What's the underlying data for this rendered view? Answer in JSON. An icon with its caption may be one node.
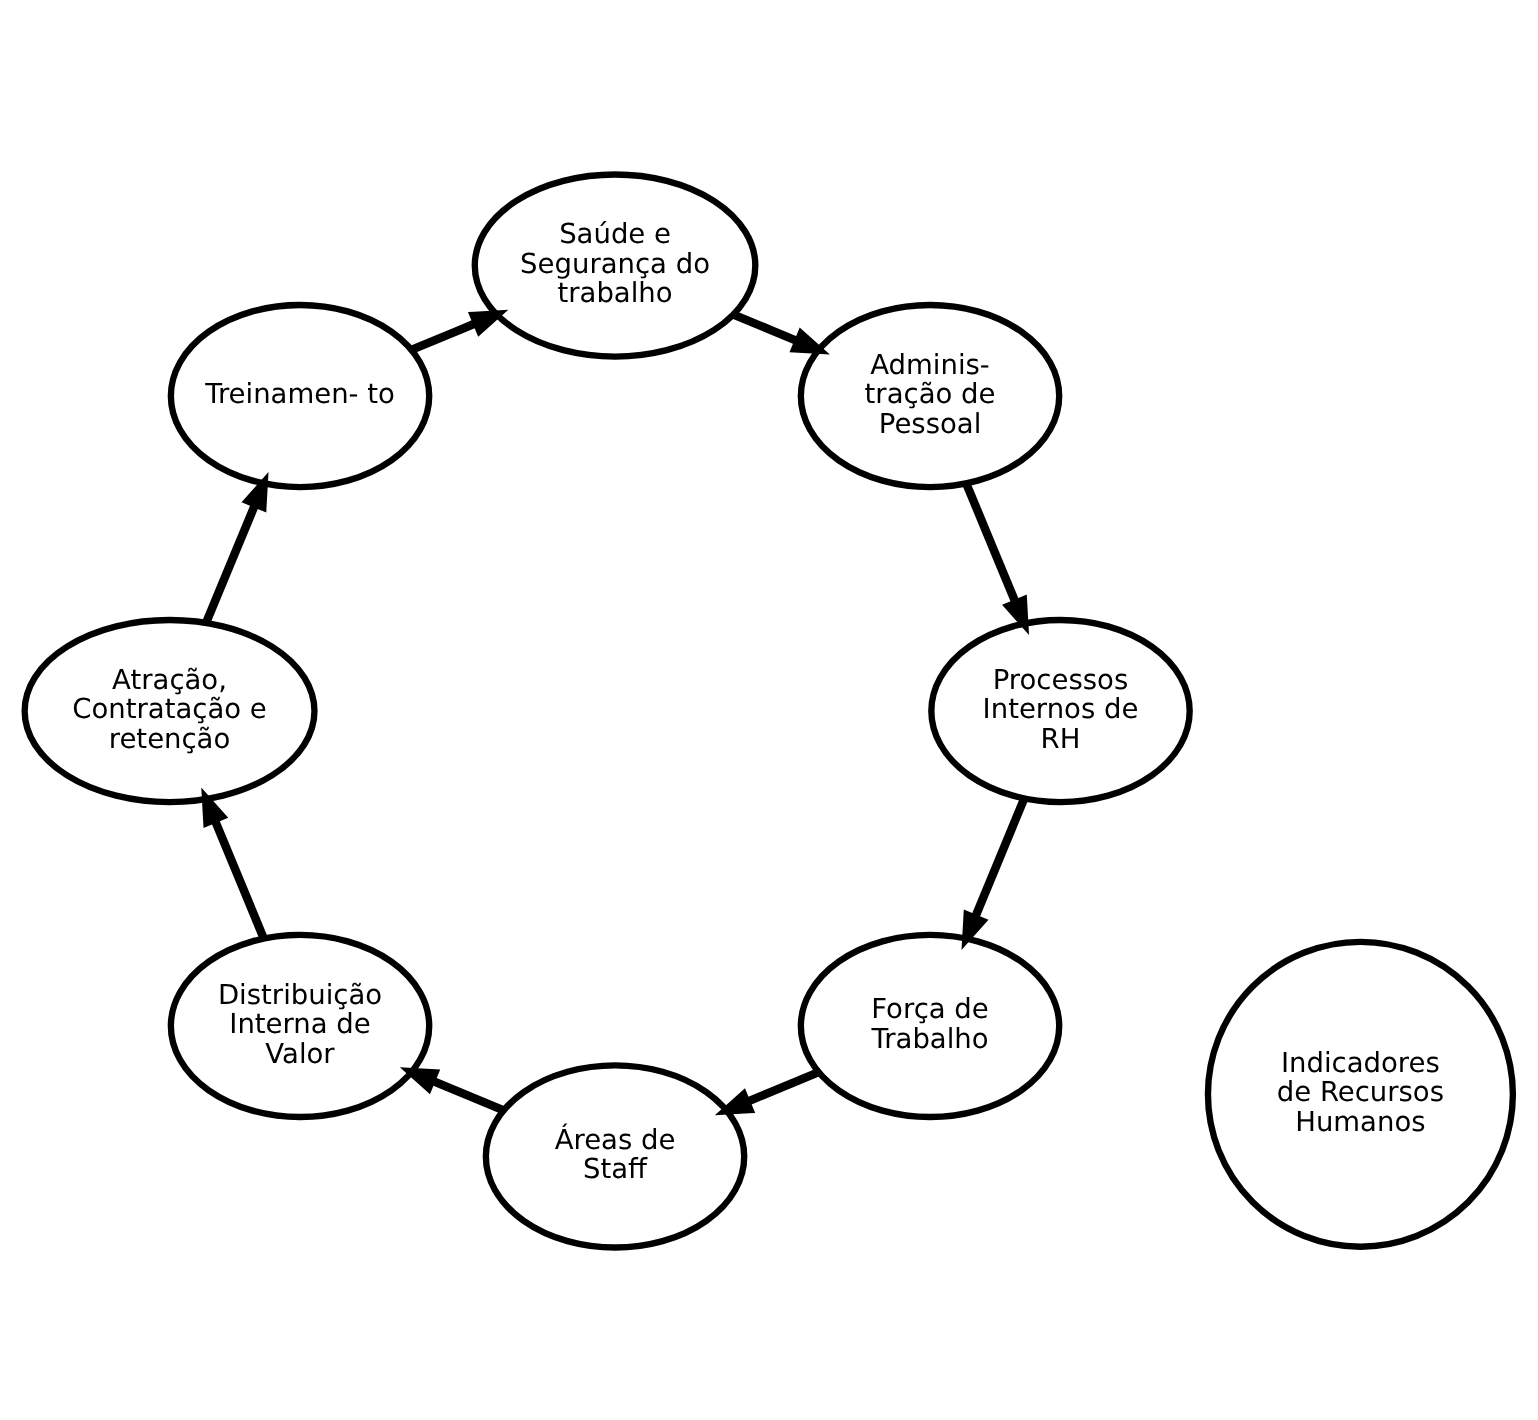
{
  "diagram": {
    "nodes": [
      {
        "text": [
          "Força de Trabalho"
        ]
      },
      {
        "text": [
          "Processos Internos de RH"
        ]
      },
      {
        "text": [
          "Áreas de Staff"
        ]
      },
      {
        "text": [
          "Indicadores de Recursos Humanos"
        ]
      },
      {
        "text": [
          "Adminis- tração de Pessoal"
        ]
      },
      {
        "text": [
          "Distribuição Interna de Valor"
        ]
      },
      {
        "text": [
          "Saúde e Segurança do trabalho"
        ]
      },
      {
        "text": [
          "Atração, Contratação e retenção"
        ]
      },
      {
        "text": [
          "Treinamen- to"
        ]
      }
    ],
    "edges": [
      {
        "from": 1,
        "to": 0,
        "arrow": "to"
      },
      {
        "from": 0,
        "to": 2,
        "arrow": "to"
      },
      {
        "from": 2,
        "to": 5,
        "arrow": "to"
      },
      {
        "from": 5,
        "to": 7,
        "arrow": "to"
      },
      {
        "from": 7,
        "to": 8,
        "arrow": "to"
      },
      {
        "from": 8,
        "to": 6,
        "arrow": "to"
      },
      {
        "from": 6,
        "to": 4,
        "arrow": "to"
      },
      {
        "from": 4,
        "to": 1,
        "arrow": "to"
      }
    ]
  }
}
